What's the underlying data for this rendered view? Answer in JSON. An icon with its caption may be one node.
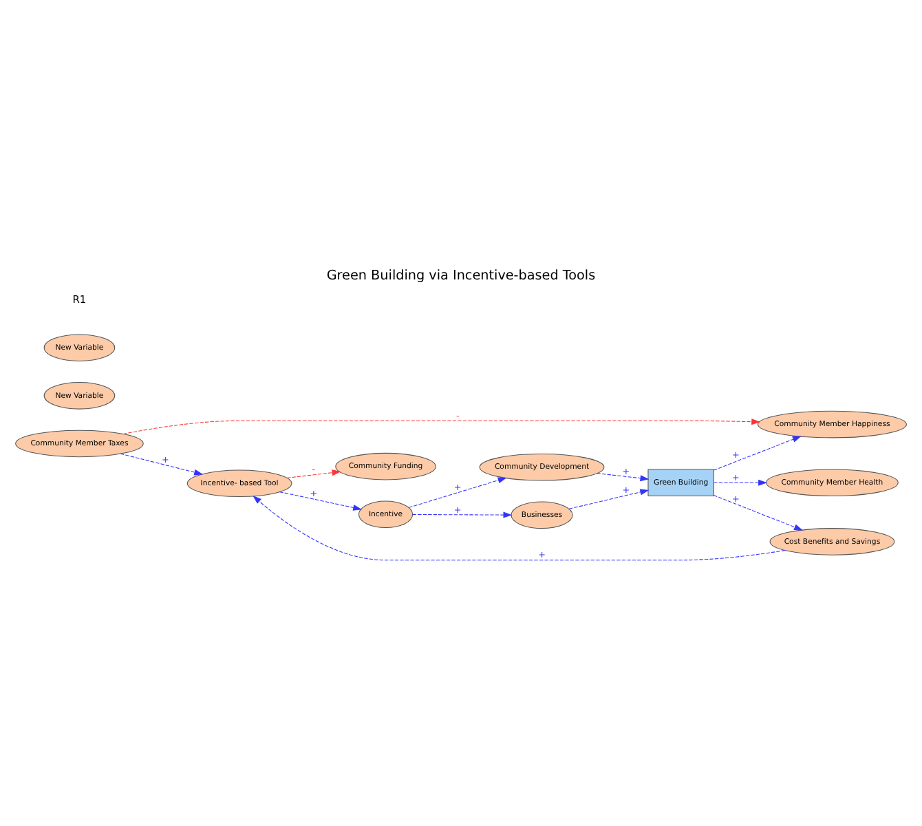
{
  "diagram": {
    "title": "Green Building via Incentive-based Tools",
    "nodes": [
      {
        "text": [
          "Community Funding"
        ]
      },
      {
        "text": [
          "Community Member Taxes"
        ]
      },
      {
        "text": [
          "Community Member Happiness"
        ]
      },
      {
        "text": [
          "Community Member Health"
        ]
      },
      {
        "text": [
          "New Variable"
        ]
      },
      {
        "text": [
          "Incentive- based Tool"
        ]
      },
      {
        "text": [
          "Incentive"
        ]
      },
      {
        "text": [
          "Community Development"
        ]
      },
      {
        "text": [
          "Green Building"
        ]
      },
      {
        "text": [
          "Businesses"
        ]
      },
      {
        "text": [
          "Cost Benefits and Savings"
        ]
      },
      {
        "text": [
          "New Variable"
        ]
      }
    ],
    "edges": [
      {
        "from": 5,
        "to": 0,
        "arrow": "to",
        "label": "-",
        "style": "dashed",
        "color": "#ff3333"
      },
      {
        "from": 1,
        "to": 2,
        "arrow": "to",
        "label": "-",
        "style": "dashed",
        "color": "#ff3333"
      },
      {
        "from": 1,
        "to": 5,
        "arrow": "to",
        "label": "+",
        "style": "dashed"
      },
      {
        "from": 5,
        "to": 6,
        "arrow": "to",
        "label": "+",
        "style": "dashed"
      },
      {
        "from": 6,
        "to": 7,
        "arrow": "to",
        "label": "+",
        "style": "dashed"
      },
      {
        "from": 7,
        "to": 8,
        "arrow": "to",
        "label": "+",
        "style": "dashed"
      },
      {
        "from": 8,
        "to": 2,
        "arrow": "to",
        "label": "+",
        "style": "dashed"
      },
      {
        "from": 8,
        "to": 3,
        "arrow": "to",
        "label": "+",
        "style": "dashed"
      },
      {
        "from": 6,
        "to": 9,
        "arrow": "to",
        "label": "+",
        "style": "dashed"
      },
      {
        "from": 9,
        "to": 8,
        "arrow": "to",
        "label": "+",
        "style": "dashed"
      },
      {
        "from": 8,
        "to": 10,
        "arrow": "to",
        "label": "+",
        "style": "dashed"
      },
      {
        "from": 10,
        "to": 5,
        "arrow": "to",
        "label": "+",
        "style": "dashed"
      }
    ],
    "labels": [
      "R1"
    ]
  }
}
